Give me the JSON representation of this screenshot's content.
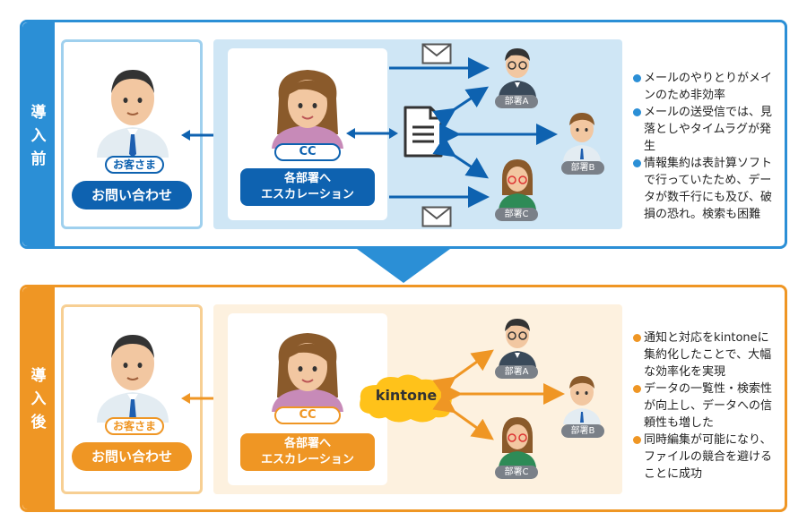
{
  "before": {
    "side_label": "導\n入\n前",
    "customer": {
      "tag": "お客さま",
      "button": "お問い合わせ"
    },
    "staff": {
      "tag": "CC",
      "button": "各部署へ\nエスカレーション"
    },
    "departments": [
      "部署A",
      "部署B",
      "部署C"
    ],
    "notes": [
      "メールのやりとりがメインのため非効率",
      "メールの送受信では、見落としやタイムラグが発生",
      "情報集約は表計算ソフトで行っていたため、データが数千行にも及び、破損の恐れ。検索も困難"
    ]
  },
  "after": {
    "side_label": "導\n入\n後",
    "customer": {
      "tag": "お客さま",
      "button": "お問い合わせ"
    },
    "staff": {
      "tag": "CC",
      "button": "各部署へ\nエスカレーション"
    },
    "hub": "kintone",
    "departments": [
      "部署A",
      "部署B",
      "部署C"
    ],
    "notes": [
      "通知と対応をkintoneに集約化したことで、大幅な効率化を実現",
      "データの一覧性・検索性が向上し、データへの信頼性も増した",
      "同時編集が可能になり、ファイルの競合を避けることに成功"
    ]
  },
  "colors": {
    "blue": "#2b8fd6",
    "blue_dark": "#0e62b0",
    "orange": "#ef9624",
    "orange_light": "#fdf1df",
    "blue_light": "#cfe6f5"
  }
}
